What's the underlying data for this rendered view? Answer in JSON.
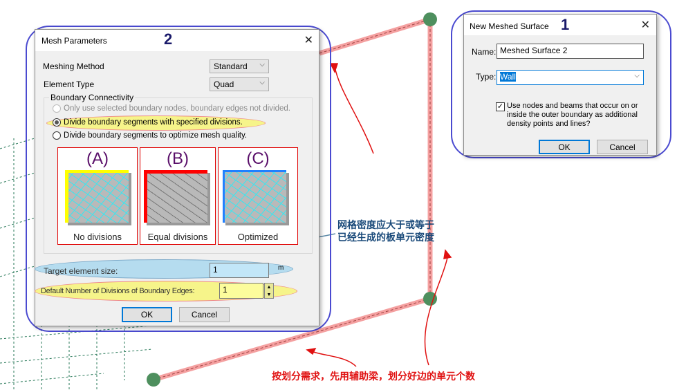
{
  "mesh_dialog": {
    "title": "Mesh Parameters",
    "step_number": "2",
    "meshing_method_label": "Meshing Method",
    "meshing_method_value": "Standard",
    "element_type_label": "Element Type",
    "element_type_value": "Quad",
    "group_label": "Boundary Connectivity",
    "options": [
      {
        "label": "Only use selected boundary nodes, boundary edges not divided.",
        "selected": false,
        "disabled": true
      },
      {
        "label": "Divide boundary segments with specified divisions.",
        "selected": true,
        "disabled": false
      },
      {
        "label": "Divide boundary segments to optimize mesh quality.",
        "selected": false,
        "disabled": false
      }
    ],
    "pictures": [
      {
        "letter": "(A)",
        "caption": "No divisions"
      },
      {
        "letter": "(B)",
        "caption": "Equal divisions"
      },
      {
        "letter": "(C)",
        "caption": "Optimized"
      }
    ],
    "target_size_label": "Target element size:",
    "target_size_value": "1",
    "target_size_unit": "m",
    "divisions_label": "Default Number of Divisions of Boundary Edges:",
    "divisions_value": "1",
    "ok": "OK",
    "cancel": "Cancel"
  },
  "surface_dialog": {
    "title": "New Meshed Surface",
    "step_number": "1",
    "name_label": "Name:",
    "name_value": "Meshed Surface 2",
    "type_label": "Type:",
    "type_value": "Wall",
    "checkbox_label": "Use nodes and beams that occur on or inside the outer boundary as additional density points and lines?",
    "checkbox_checked": true,
    "ok": "OK",
    "cancel": "Cancel"
  },
  "annotations": {
    "density_note_line1": "网格密度应大于或等于",
    "density_note_line2": "已经生成的板单元密度",
    "division_note": "按划分需求，先用辅助梁，划分好边的单元个数"
  },
  "colors": {
    "beam": "#f08c8c",
    "node": "#4e8f5e",
    "arrow": "#e01010",
    "outline": "#4a4ad0",
    "note_blue": "#1a4a7a"
  }
}
